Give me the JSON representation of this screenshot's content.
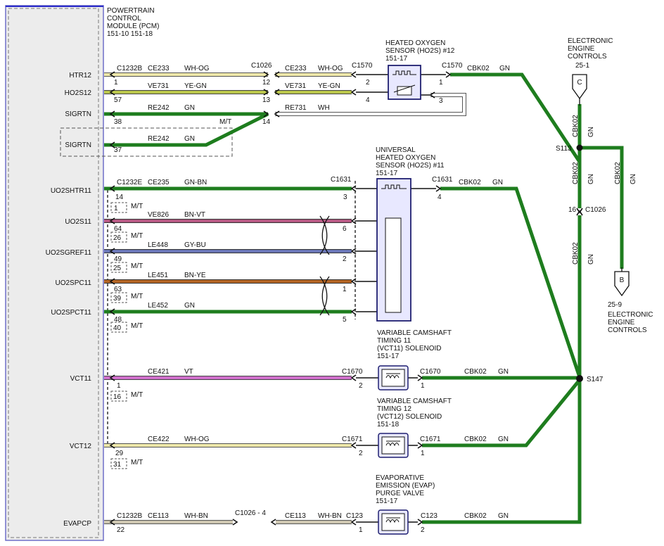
{
  "pcm": {
    "title": [
      "POWERTRAIN",
      "CONTROL",
      "MODULE (PCM)",
      "151-10 151-18"
    ]
  },
  "ho2s12": {
    "title": [
      "HEATED OXYGEN",
      "SENSOR (HO2S) #12",
      "151-17"
    ]
  },
  "ho2s11": {
    "title": [
      "UNIVERSAL",
      "HEATED OXYGEN",
      "SENSOR (HO2S) #11",
      "151-17"
    ]
  },
  "vct11": {
    "title": [
      "VARIABLE CAMSHAFT",
      "TIMING 11",
      "(VCT11) SOLENOID",
      "151-17"
    ]
  },
  "vct12": {
    "title": [
      "VARIABLE CAMSHAFT",
      "TIMING 12",
      "(VCT12) SOLENOID",
      "151-18"
    ]
  },
  "evap": {
    "title": [
      "EVAPORATIVE",
      "EMISSION (EVAP)",
      "PURGE VALVE",
      "151-17"
    ]
  },
  "eec_c": {
    "title": [
      "ELECTRONIC",
      "ENGINE",
      "CONTROLS",
      "25-1"
    ],
    "letter": "C"
  },
  "eec_b": {
    "title": [
      "25-9",
      "ELECTRONIC",
      "ENGINE",
      "CONTROLS"
    ],
    "letter": "B"
  },
  "pins": {
    "htr12": "HTR12",
    "ho2s12": "HO2S12",
    "sigrtn": "SIGRTN",
    "sigrtn2": "SIGRTN",
    "uo2shtr11": "UO2SHTR11",
    "uo2s11": "UO2S11",
    "uo2sgref11": "UO2SGREF11",
    "uo2spc11": "UO2SPC11",
    "uo2spct11": "UO2SPCT11",
    "vct11": "VCT11",
    "vct12": "VCT12",
    "evapcp": "EVAPCP"
  },
  "labels": {
    "c1232b": "C1232B",
    "c1232e": "C1232E",
    "c1026": "C1026",
    "c1570": "C1570",
    "c1631": "C1631",
    "c1670": "C1670",
    "c1671": "C1671",
    "c123": "C123",
    "c1026_4": "C1026 - 4",
    "s113": "S113",
    "s147": "S147",
    "ce233": "CE233",
    "wh_og": "WH-OG",
    "ve731": "VE731",
    "ye_gn": "YE-GN",
    "re242": "RE242",
    "gn": "GN",
    "re731": "RE731",
    "wh": "WH",
    "mt": "M/T",
    "ce235": "CE235",
    "gn_bn": "GN-BN",
    "ve826": "VE826",
    "bn_vt": "BN-VT",
    "le448": "LE448",
    "gy_bu": "GY-BU",
    "le451": "LE451",
    "bn_ye": "BN-YE",
    "le452": "LE452",
    "ce421": "CE421",
    "vt": "VT",
    "ce422": "CE422",
    "ce113": "CE113",
    "wh_bn": "WH-BN",
    "cbk02": "CBK02",
    "n1": "1",
    "n2": "2",
    "n3": "3",
    "n4": "4",
    "n5": "5",
    "n6": "6",
    "n12": "12",
    "n13": "13",
    "n14": "14",
    "n14b": "14",
    "n16": "16",
    "n22": "22",
    "n25": "25",
    "n26": "26",
    "n29": "29",
    "n31": "31",
    "n37": "37",
    "n38": "38",
    "n39": "39",
    "n40": "40",
    "n48": "48",
    "n49": "49",
    "n57": "57",
    "n63": "63",
    "n64": "64"
  },
  "colors": {
    "green": "#1e7d1e",
    "wh_og": "#ede7a9",
    "ye_gn": "#bcc84c",
    "gn_bn": "#1e7d1e",
    "bn_vt": "#b75a84",
    "gy_bu": "#6c78b8",
    "bn_ye": "#b46524",
    "vt": "#d070cc",
    "wh_bn": "#cfc8b2",
    "pcm_border": "#6f6fc8",
    "box_border": "#1f1f70",
    "box_fill": "#e8e8ff"
  }
}
